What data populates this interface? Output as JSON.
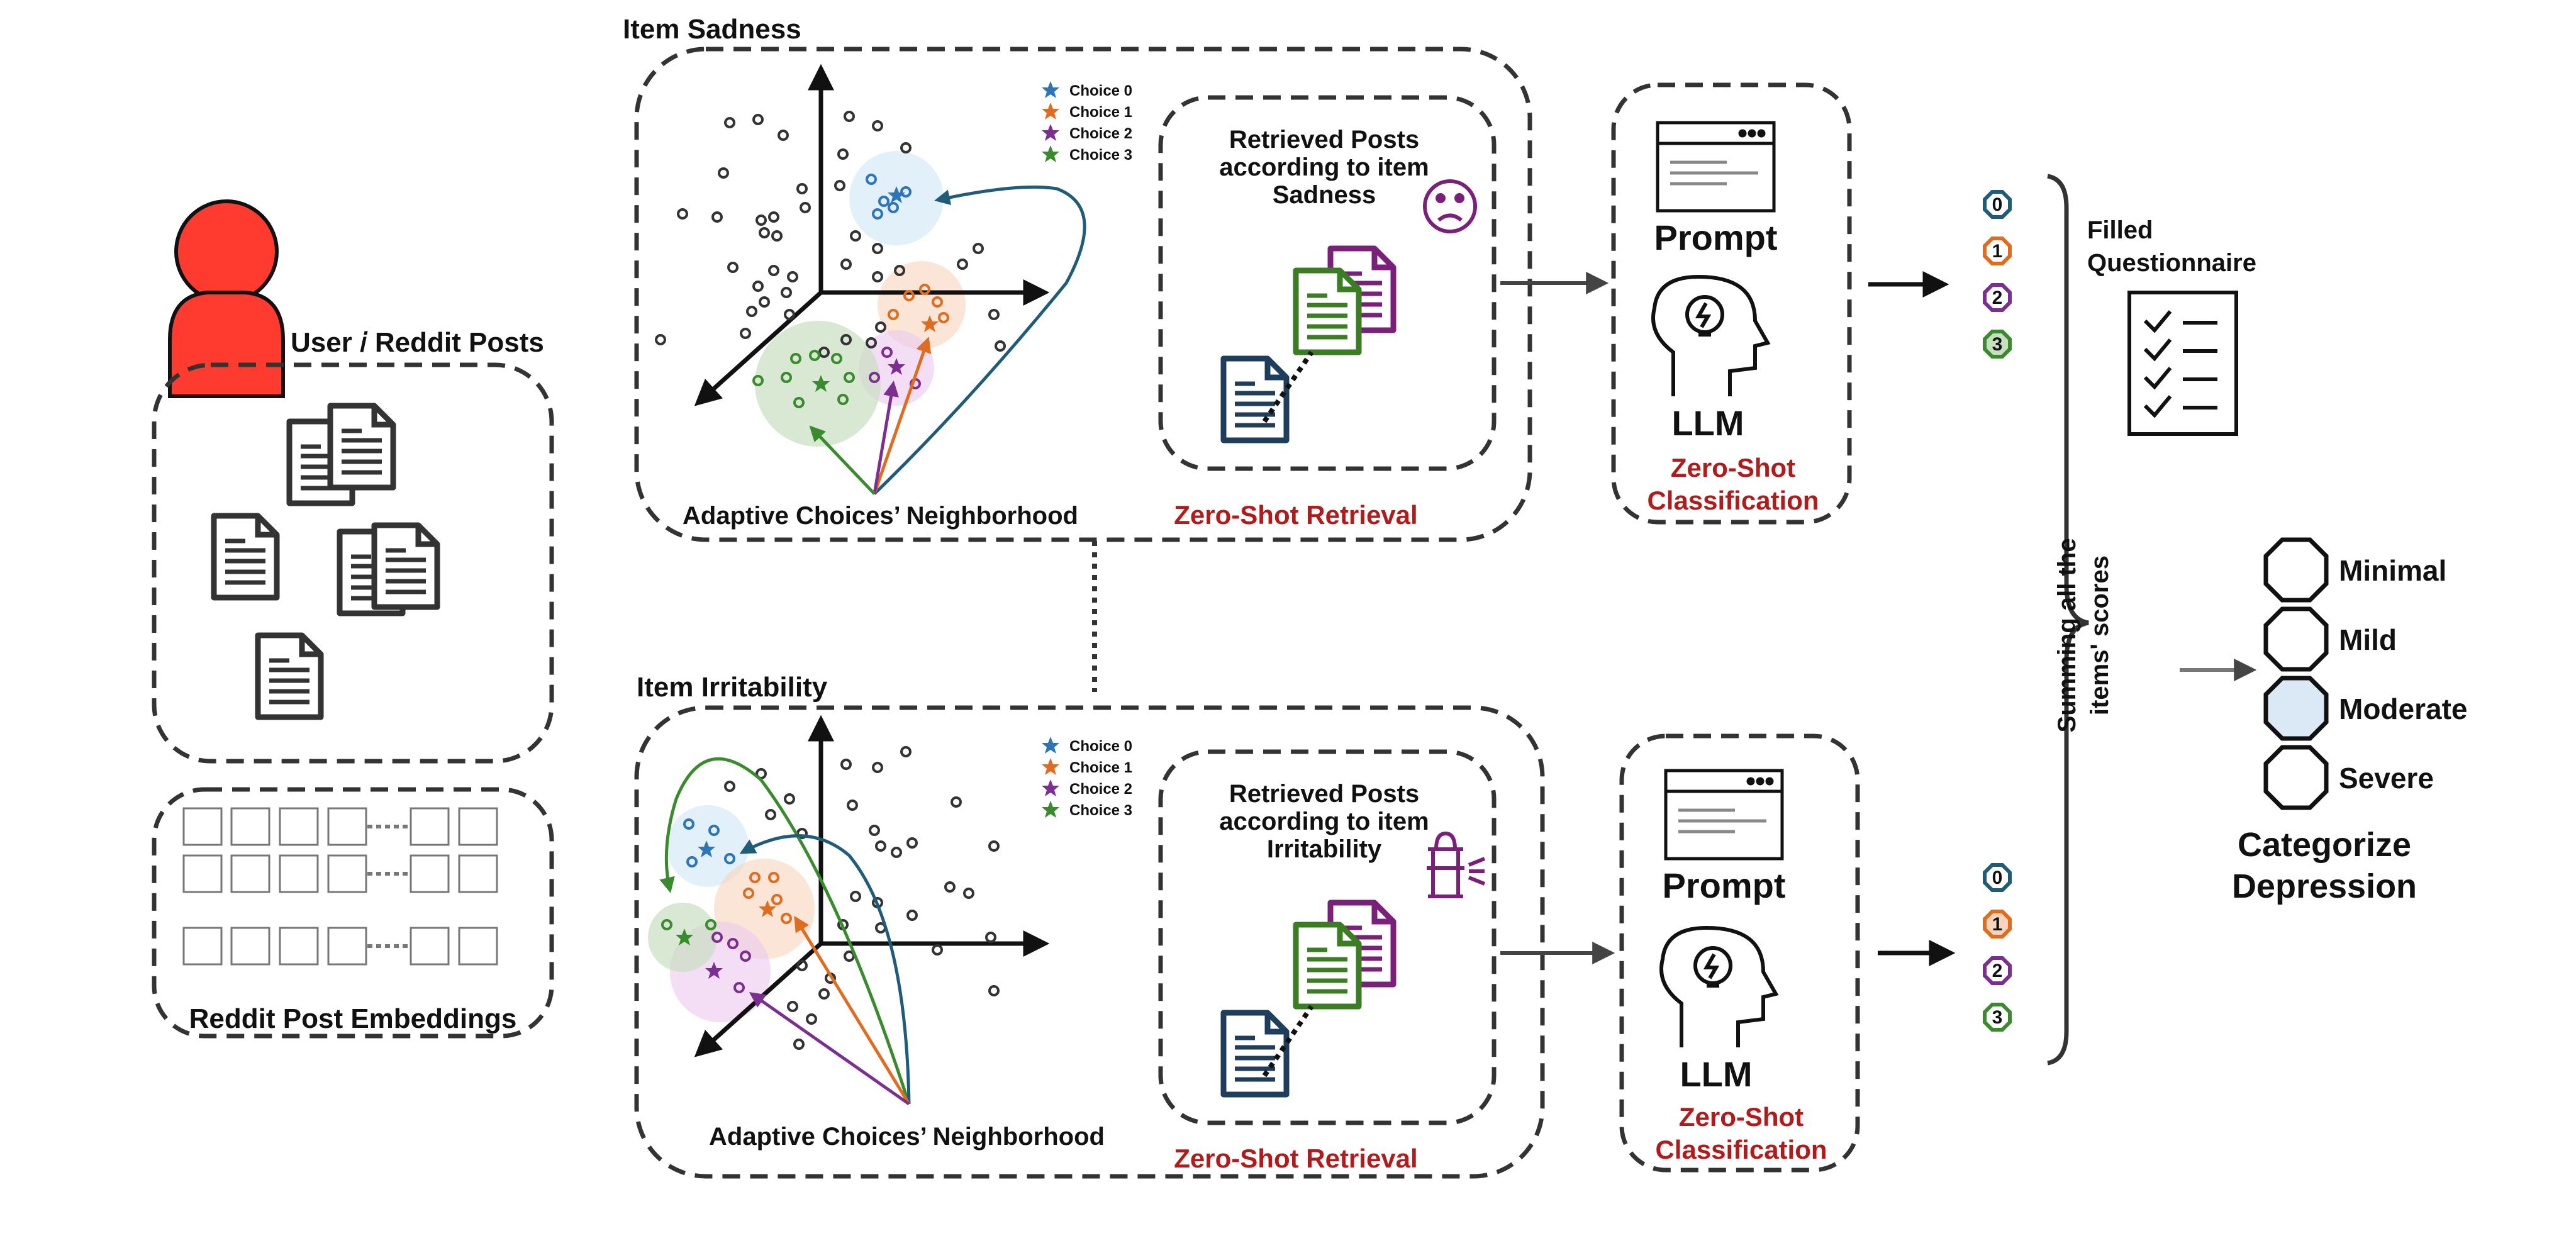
{
  "colors": {
    "choice0": "#2e75b6",
    "choice1": "#e06c1f",
    "choice2": "#7b2f91",
    "choice3": "#3a8a2e",
    "user_red": "#ff3b30",
    "doc_dark": "#1f3d5c",
    "doc_green": "#3b7d23",
    "doc_purple": "#7a1f7a",
    "accent_red": "#b01b1b",
    "moderate_fill": "#dbe8f5"
  },
  "user_panel": {
    "user_label": "User 𝑖 Reddit Posts",
    "embeddings_label": "Reddit Post Embeddings"
  },
  "sadness": {
    "title": "Item Sadness",
    "neighborhood_label": "Adaptive Choices’ Neighborhood",
    "retrieved_label": "Retrieved Posts according to item Sadness",
    "retrieval_label": "Zero-Shot Retrieval",
    "legend": [
      "Choice 0",
      "Choice 1",
      "Choice 2",
      "Choice 3"
    ],
    "emoji_icon": "sad-face-icon",
    "prompt_label": "Prompt",
    "llm_label": "LLM",
    "classification_label": "Zero-Shot Classification",
    "scores": [
      "0",
      "1",
      "2",
      "3"
    ],
    "selected_score": "3"
  },
  "irritability": {
    "title": "Item Irritability",
    "neighborhood_label": "Adaptive Choices’ Neighborhood",
    "retrieved_label": "Retrieved Posts according to item Irritability",
    "retrieval_label": "Zero-Shot Retrieval",
    "legend": [
      "Choice 0",
      "Choice 1",
      "Choice 2",
      "Choice 3"
    ],
    "emoji_icon": "fire-hydrant-icon",
    "prompt_label": "Prompt",
    "llm_label": "LLM",
    "classification_label": "Zero-Shot Classification",
    "scores": [
      "0",
      "1",
      "2",
      "3"
    ],
    "selected_score": "1"
  },
  "aggregation": {
    "questionnaire_label": "Filled Questionnaire",
    "summing_label": "Summing all the items' scores",
    "levels": [
      "Minimal",
      "Mild",
      "Moderate",
      "Severe"
    ],
    "selected_level": "Moderate",
    "categorize_label": "Categorize Depression"
  }
}
